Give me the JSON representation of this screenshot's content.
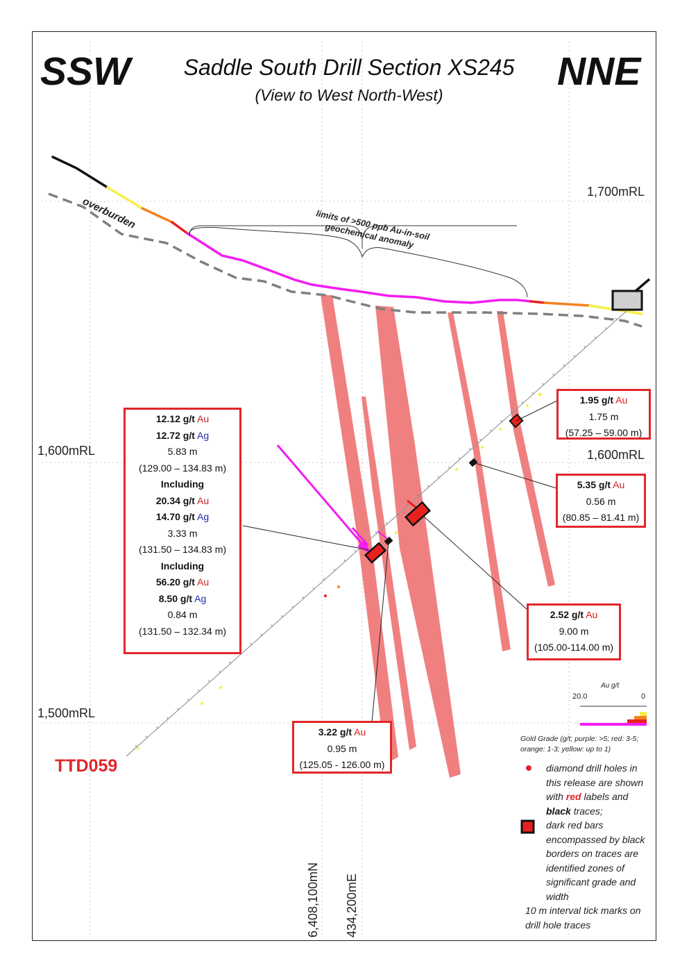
{
  "header": {
    "left_direction": "SSW",
    "right_direction": "NNE",
    "title": "Saddle South Drill Section XS245",
    "subtitle": "(View to West North-West)"
  },
  "levels": {
    "rl_1700": "1,700mRL",
    "rl_1600_left": "1,600mRL",
    "rl_1600_right": "1,600mRL",
    "rl_1500": "1,500mRL"
  },
  "coordinates": {
    "northing": "6,408,100mN",
    "easting": "434,200mE"
  },
  "annotations": {
    "overburden": "overburden",
    "anomaly_line1": "limits of >500 ppb Au-in-soil",
    "anomaly_line2": "geochemical anomaly"
  },
  "drill_hole": {
    "label": "TTD059"
  },
  "intercepts": {
    "main": {
      "au1": "12.12 g/t",
      "au1_unit": "Au",
      "ag1": "12.72 g/t",
      "ag1_unit": "Ag",
      "width1": "5.83 m",
      "range1": "(129.00 – 134.83 m)",
      "inc1": "Including",
      "au2": "20.34 g/t",
      "au2_unit": "Au",
      "ag2": "14.70 g/t",
      "ag2_unit": "Ag",
      "width2": "3.33 m",
      "range2": "(131.50 – 134.83 m)",
      "inc2": "Including",
      "au3": "56.20 g/t",
      "au3_unit": "Au",
      "ag3": "8.50 g/t",
      "ag3_unit": "Ag",
      "width3": "0.84 m",
      "range3": "(131.50 – 132.34 m)"
    },
    "i195": {
      "grade": "1.95 g/t",
      "unit": "Au",
      "width": "1.75 m",
      "range": "(57.25 – 59.00 m)"
    },
    "i535": {
      "grade": "5.35 g/t",
      "unit": "Au",
      "width": "0.56 m",
      "range": "(80.85 – 81.41 m)"
    },
    "i252": {
      "grade": "2.52 g/t",
      "unit": "Au",
      "width": "9.00 m",
      "range": "(105.00-114.00 m)"
    },
    "i322": {
      "grade": "3.22 g/t",
      "unit": "Au",
      "width": "0.95 m",
      "range": "(125.05 - 126.00 m)"
    }
  },
  "legend": {
    "scale_title": "Au g/t",
    "scale_max": "20.0",
    "scale_min": "0",
    "grade_key": "Gold Grade (g/t; purple: >5; red: 3-5; orange: 1-3; yellow: up to 1)",
    "item1_a": "diamond drill holes in this release are shown with ",
    "item1_red": "red",
    "item1_b": " labels and ",
    "item1_black": "black",
    "item1_c": " traces;",
    "item2": "dark red bars encompassed by black borders on traces are identified zones of significant grade and width",
    "item3": "10 m interval tick marks on drill hole traces",
    "colors": {
      "purple": "#f21cf2",
      "red": "#e8211f",
      "orange": "#f5821f",
      "yellow": "#f6f046"
    }
  }
}
